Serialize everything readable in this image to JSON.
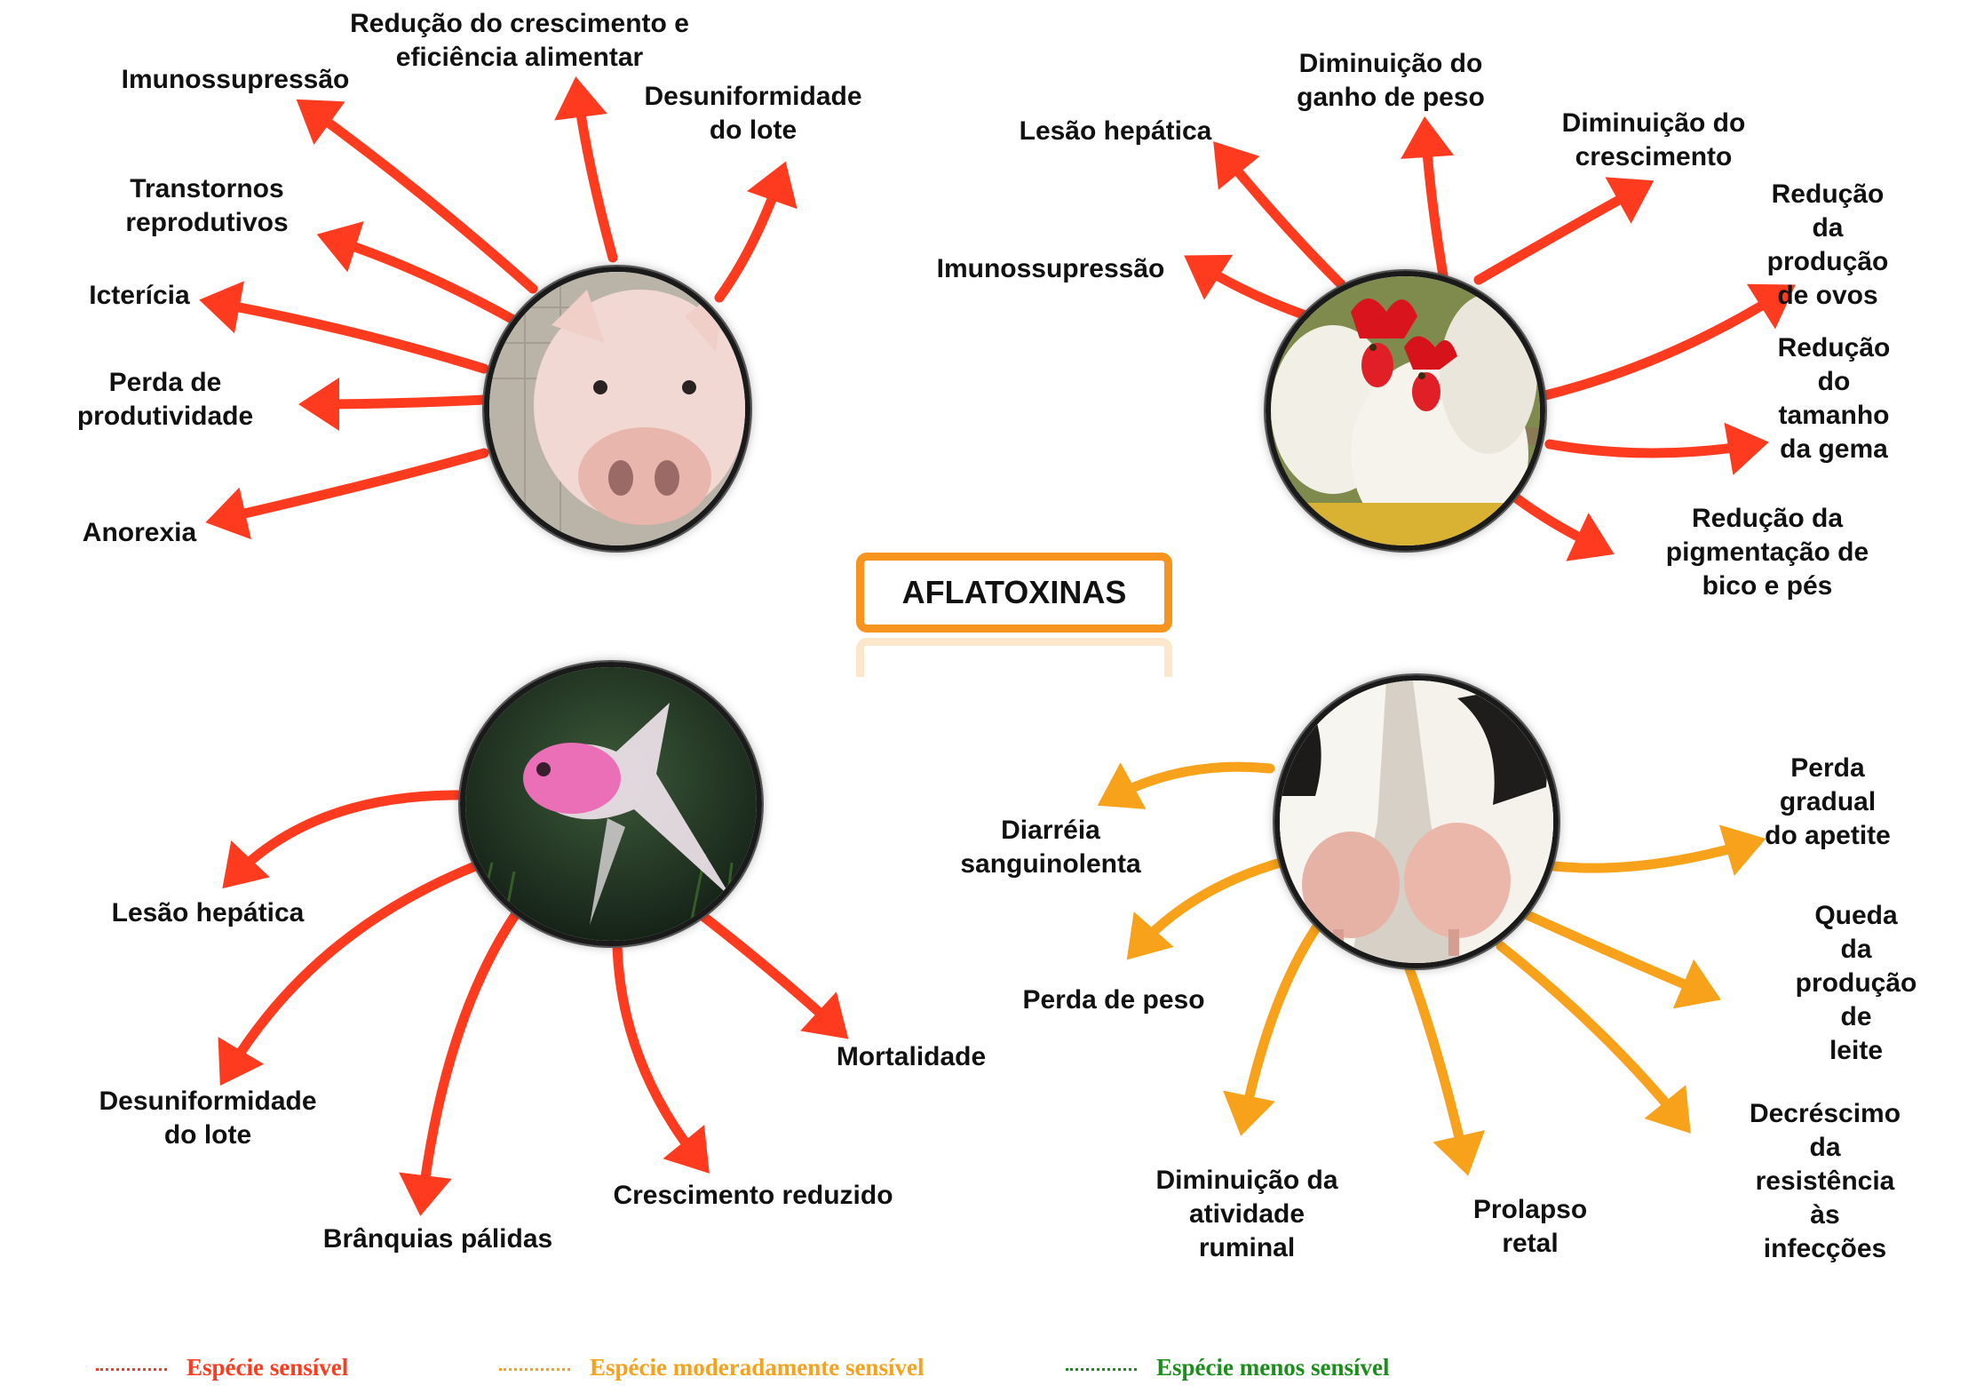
{
  "center_title": "AFLATOXINAS",
  "colors": {
    "sensitive": "#ff3b1f",
    "moderate": "#f7a21a",
    "less": "#1a8f1a",
    "frame": "#f7941d"
  },
  "species": {
    "pig": {
      "sensitivity": "sensitive",
      "effects": [
        "Redução do crescimento  e\neficiência alimentar",
        "Imunossupressão",
        "Desuniformidade\ndo lote",
        "Transtornos\nreprodutivos",
        "Icterícia",
        "Perda de\nprodutividade",
        "Anorexia"
      ]
    },
    "poultry": {
      "sensitivity": "sensitive",
      "effects": [
        "Diminuição do\nganho de peso",
        "Lesão hepática",
        "Diminuição do\ncrescimento",
        "Imunossupressão",
        "Redução da\nprodução de ovos",
        "Redução do\ntamanho da gema",
        "Redução da\npigmentação de\nbico e pés"
      ]
    },
    "fish": {
      "sensitivity": "sensitive",
      "effects": [
        "Lesão hepática",
        "Desuniformidade\ndo lote",
        "Brânquias pálidas",
        "Crescimento reduzido",
        "Mortalidade"
      ]
    },
    "cattle": {
      "sensitivity": "moderate",
      "effects": [
        "Diarréia\nsanguinolenta",
        "Perda de peso",
        "Diminuição da\natividade\nruminal",
        "Prolapso\nretal",
        "Perda gradual\ndo apetite",
        "Queda da\nprodução de\nleite",
        "Decréscimo\nda resistência\nàs infecções"
      ]
    }
  },
  "legend": [
    {
      "label": "Espécie sensível",
      "color": "#ff3b1f"
    },
    {
      "label": "Espécie moderadamente sensível",
      "color": "#f7a21a"
    },
    {
      "label": "Espécie menos  sensível",
      "color": "#1a8f1a"
    }
  ]
}
